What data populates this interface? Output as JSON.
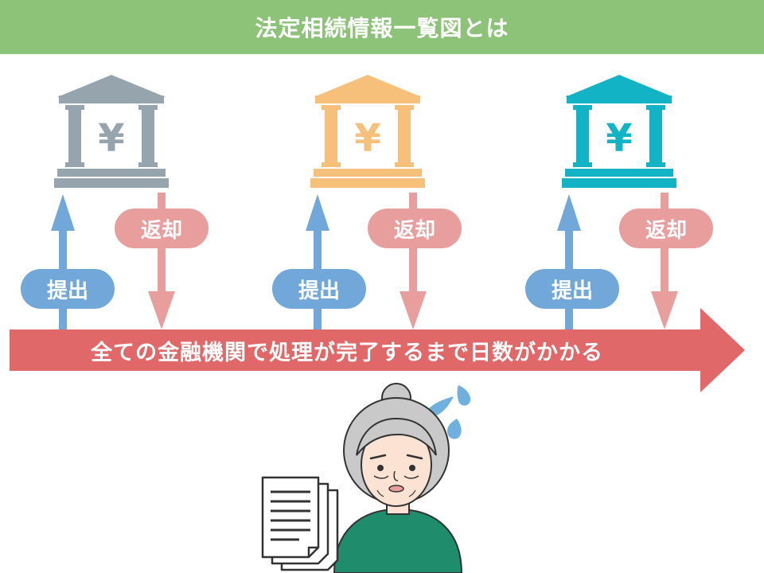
{
  "header": {
    "title": "法定相続情報一覧図とは"
  },
  "banks": [
    {
      "symbol": "¥",
      "color": "#95a4ad",
      "submit_label": "提出",
      "return_label": "返却"
    },
    {
      "symbol": "¥",
      "color": "#f7c07a",
      "submit_label": "提出",
      "return_label": "返却"
    },
    {
      "symbol": "¥",
      "color": "#11b3c4",
      "submit_label": "提出",
      "return_label": "返却"
    }
  ],
  "timeline": {
    "label": "全ての金融機関で処理が完了するまで日数がかかる"
  },
  "colors": {
    "header": "#8dc379",
    "submit": "#72a7d9",
    "return": "#e99e9e",
    "timeline": "#e16868",
    "shirt": "#1f8c6c",
    "hair": "#c9c9c9",
    "drops": "#6fb0de"
  }
}
